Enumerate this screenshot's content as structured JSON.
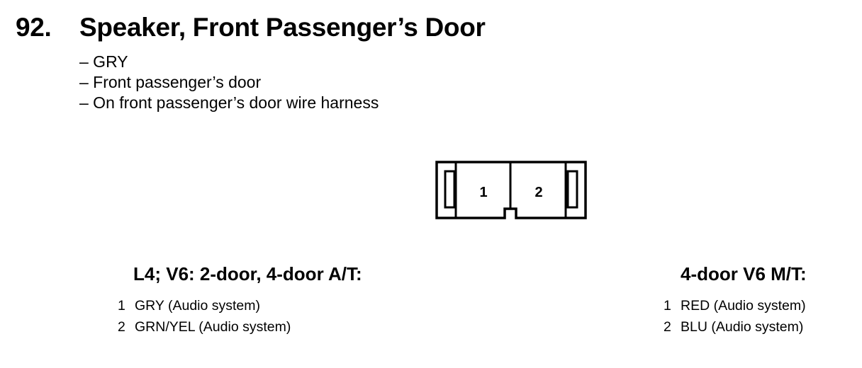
{
  "heading": {
    "number": "92.",
    "title": "Speaker, Front Passenger’s Door"
  },
  "info_lines": [
    "– GRY",
    "– Front passenger’s door",
    "– On front passenger’s door wire harness"
  ],
  "connector": {
    "pins": [
      "1",
      "2"
    ]
  },
  "groups": [
    {
      "title": "L4; V6: 2-door, 4-door A/T:",
      "pins": [
        {
          "num": "1",
          "text": "GRY (Audio system)"
        },
        {
          "num": "2",
          "text": "GRN/YEL (Audio system)"
        }
      ]
    },
    {
      "title": "4-door V6 M/T:",
      "pins": [
        {
          "num": "1",
          "text": "RED (Audio system)"
        },
        {
          "num": "2",
          "text": "BLU (Audio system)"
        }
      ]
    }
  ]
}
